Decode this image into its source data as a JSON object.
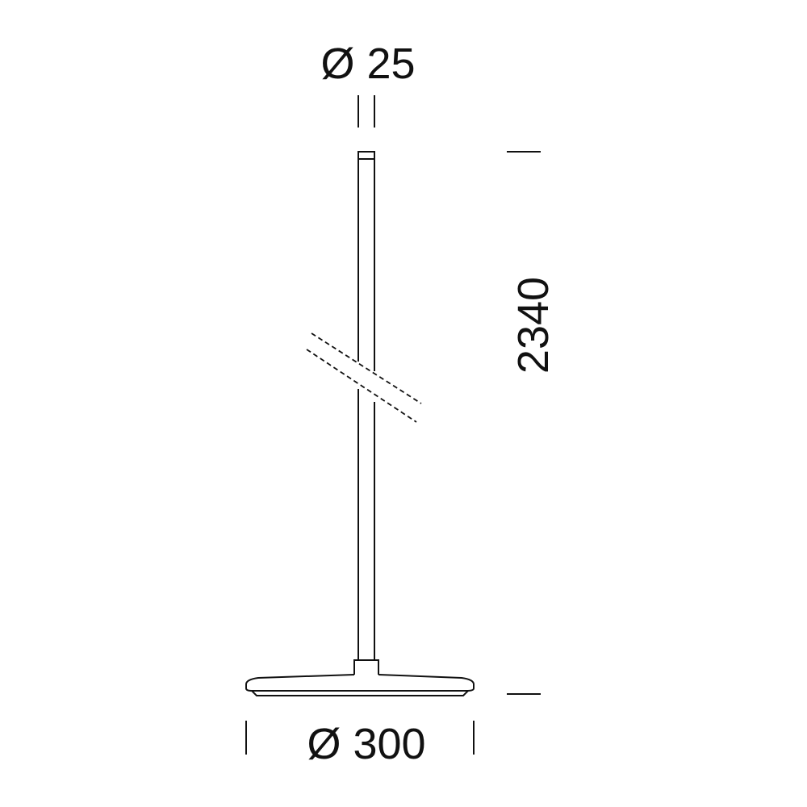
{
  "dimensions": {
    "top_diameter": "Ø 25",
    "height": "2340",
    "base_diameter": "Ø 300"
  },
  "colors": {
    "line": "#111111",
    "background": "#ffffff"
  }
}
